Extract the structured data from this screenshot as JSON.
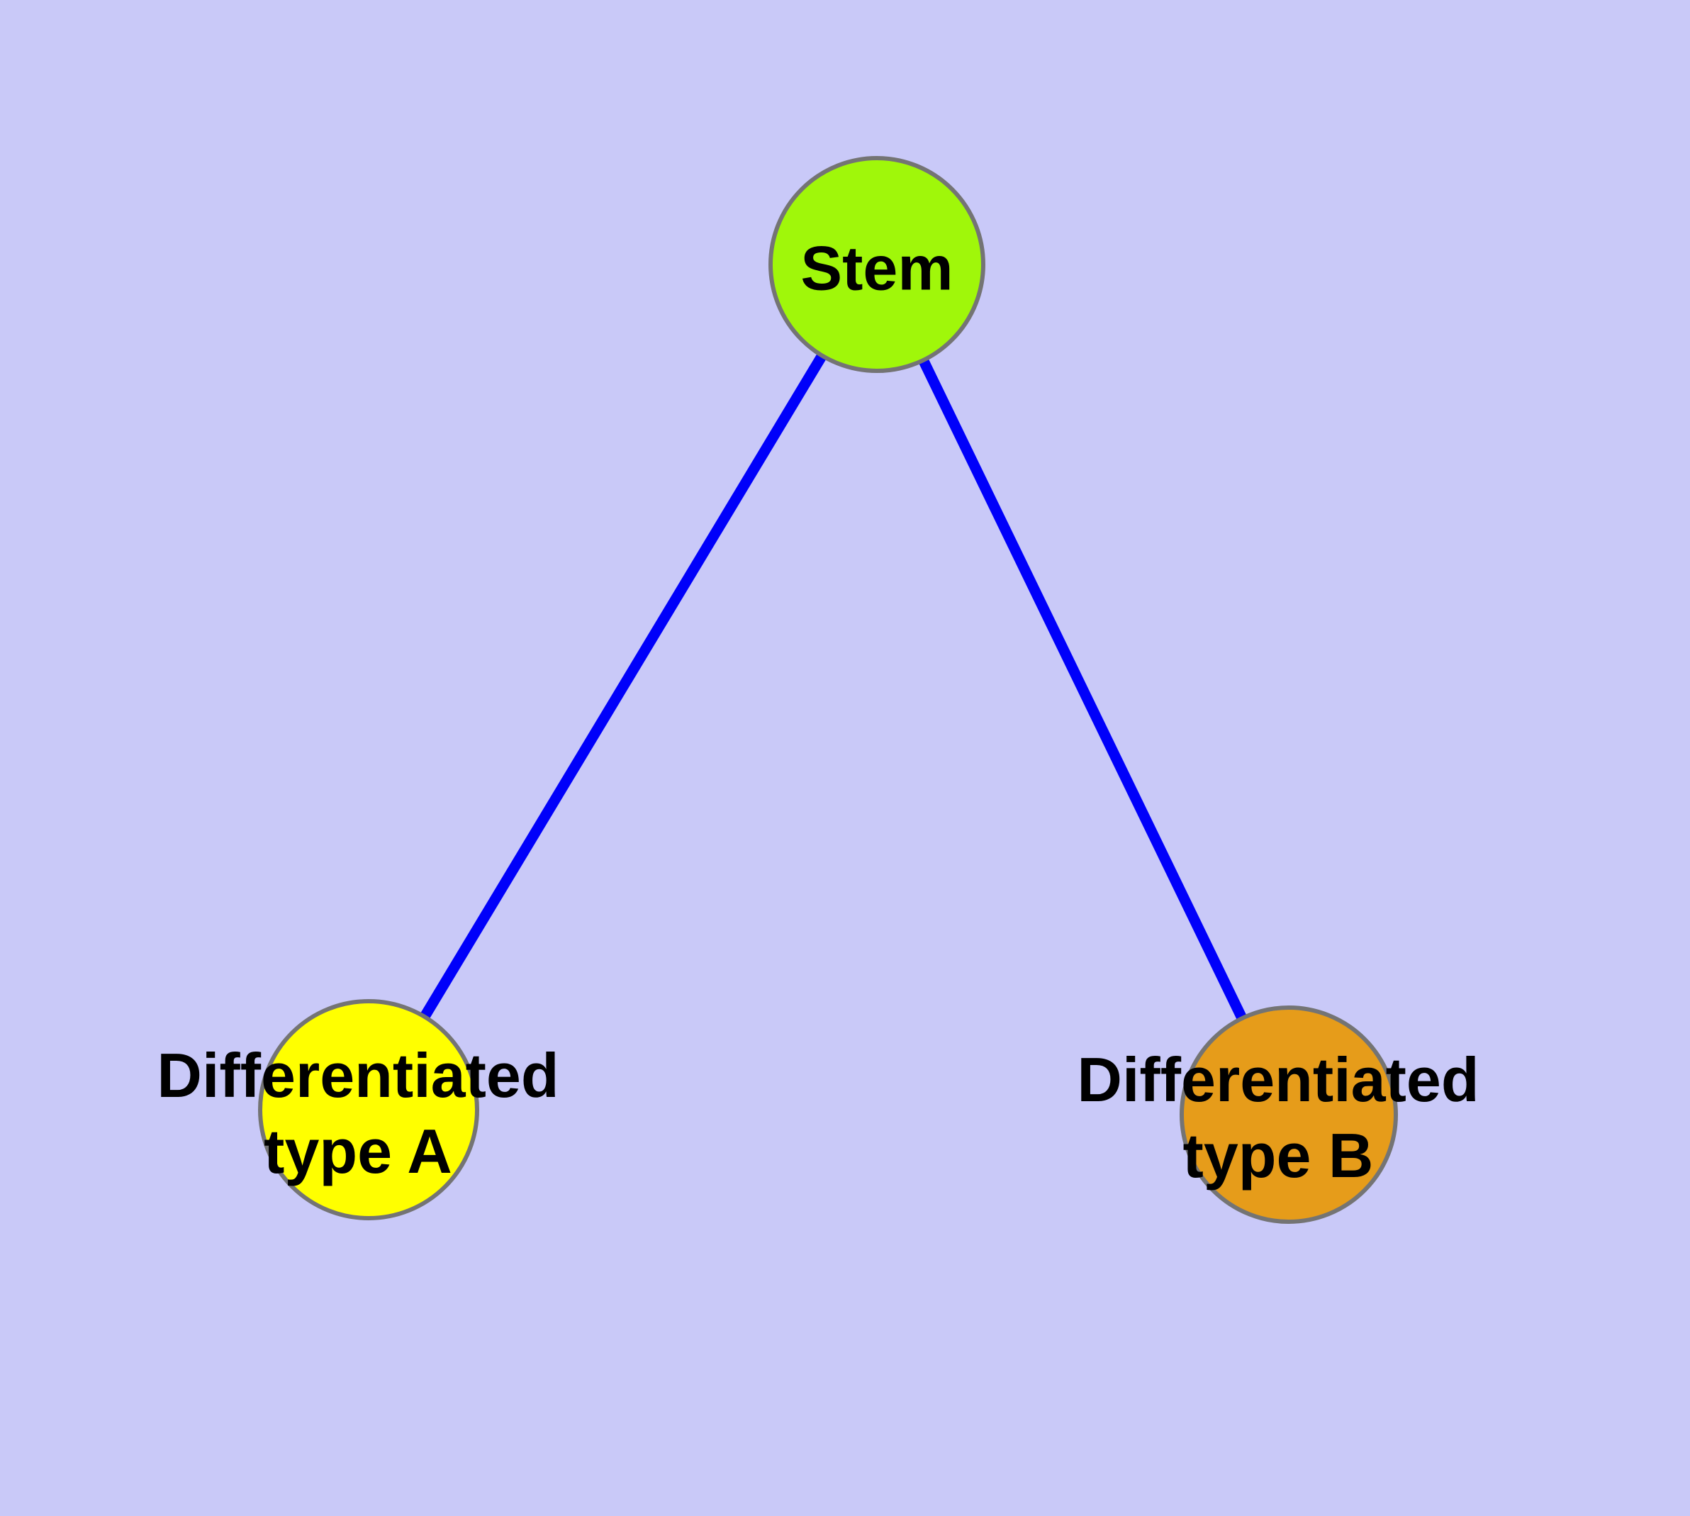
{
  "diagram": {
    "background_color": "#C9C9F8",
    "node_border_color": "#747474",
    "label_color": "#000000",
    "edge_color": "#0000FA",
    "edge_width": 15,
    "nodes": [
      {
        "id": "stem",
        "label": "Stem",
        "fill_color": "#A0F70A"
      },
      {
        "id": "differentiated-type-a",
        "label": "Differentiated\ntype A",
        "fill_color": "#FFFF00"
      },
      {
        "id": "differentiated-type-b",
        "label": "Differentiated\ntype B",
        "fill_color": "#E69C1A"
      }
    ],
    "edges": [
      {
        "from": "stem",
        "to": "differentiated-type-a"
      },
      {
        "from": "stem",
        "to": "differentiated-type-b"
      }
    ]
  }
}
